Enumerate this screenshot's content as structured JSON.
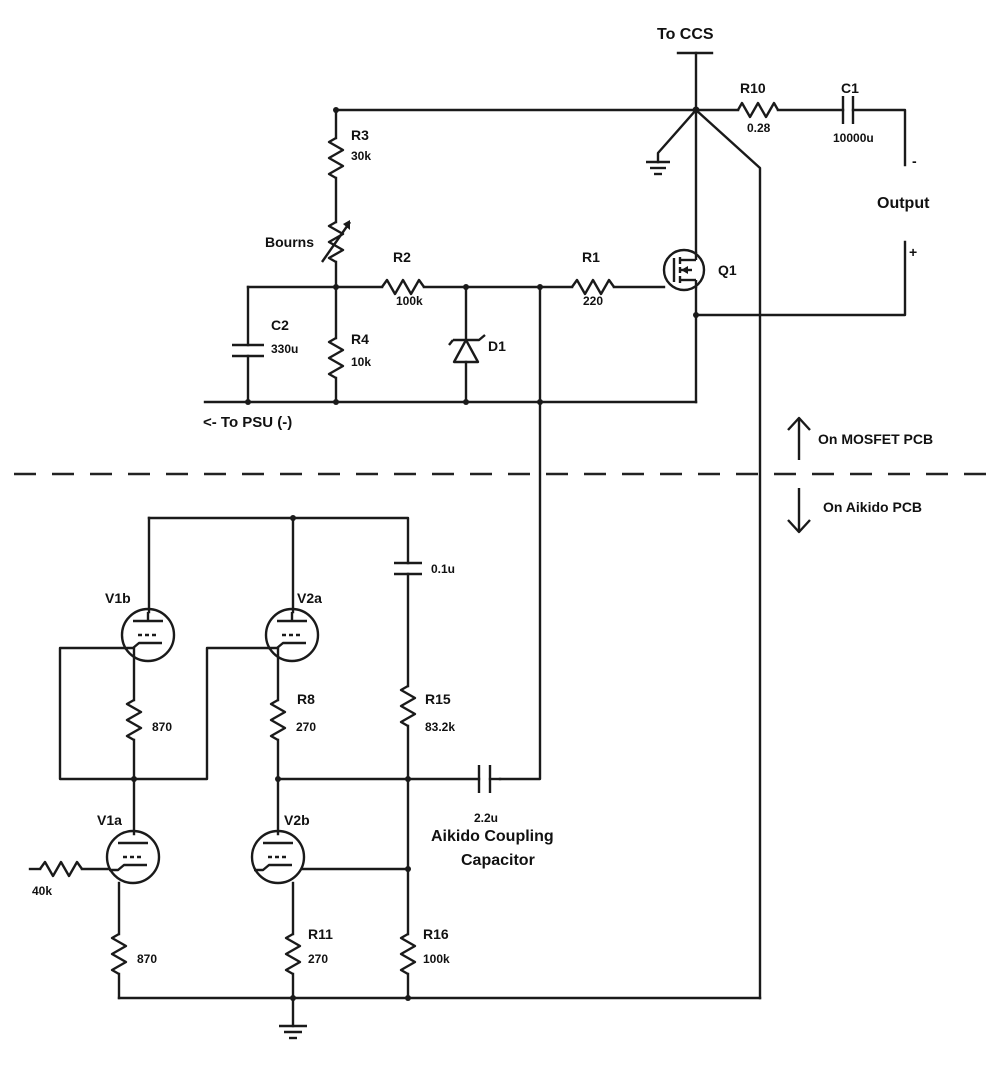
{
  "labels": {
    "to_ccs": "To CCS",
    "to_psu": "<- To PSU (-)",
    "output": "Output",
    "minus": "-",
    "plus": "+",
    "on_mosfet_pcb": "On MOSFET PCB",
    "on_aikido_pcb": "On Aikido PCB",
    "coupling_line1": "Aikido Coupling",
    "coupling_line2": "Capacitor",
    "bourns": "Bourns"
  },
  "components": {
    "r10": {
      "name": "R10",
      "value": "0.28"
    },
    "c1": {
      "name": "C1",
      "value": "10000u"
    },
    "r3": {
      "name": "R3",
      "value": "30k"
    },
    "r2": {
      "name": "R2",
      "value": "100k"
    },
    "r1": {
      "name": "R1",
      "value": "220"
    },
    "q1": {
      "name": "Q1"
    },
    "c2": {
      "name": "C2",
      "value": "330u"
    },
    "r4": {
      "name": "R4",
      "value": "10k"
    },
    "d1": {
      "name": "D1"
    },
    "c_top": {
      "value": "0.1u"
    },
    "v1b": {
      "name": "V1b"
    },
    "v2a": {
      "name": "V2a"
    },
    "v1a": {
      "name": "V1a"
    },
    "v2b": {
      "name": "V2b"
    },
    "r_v1b": {
      "value": "870"
    },
    "r8": {
      "name": "R8",
      "value": "270"
    },
    "r15": {
      "name": "R15",
      "value": "83.2k"
    },
    "c_coupling": {
      "value": "2.2u"
    },
    "r_in": {
      "value": "40k"
    },
    "r_v1a": {
      "value": "870"
    },
    "r11": {
      "name": "R11",
      "value": "270"
    },
    "r16": {
      "name": "R16",
      "value": "100k"
    }
  }
}
